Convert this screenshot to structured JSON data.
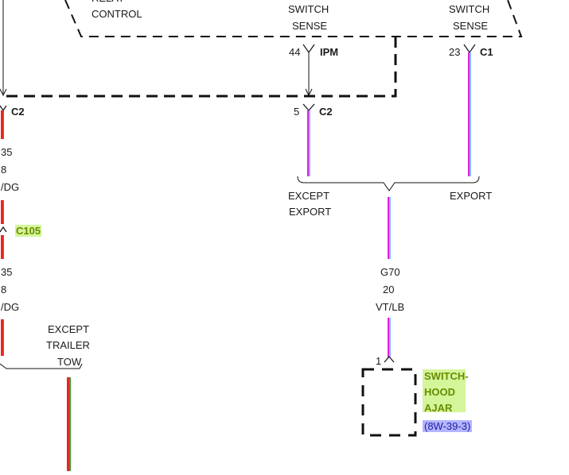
{
  "labels": {
    "relay_control": [
      "RELAY",
      "CONTROL"
    ],
    "ipm_switch_sense": [
      "SWITCH",
      "SENSE"
    ],
    "c1_switch_sense": [
      "SWITCH",
      "SENSE"
    ],
    "ipm_pin": "44",
    "ipm_name": "IPM",
    "c1_pin": "23",
    "c1_name": "C1",
    "left_c2_name": "C2",
    "mid_c2_pin": "5",
    "mid_c2_name": "C2",
    "left_wire_top": [
      "35",
      "8",
      "/DG"
    ],
    "c105": "C105",
    "left_wire_bottom": [
      "35",
      "8",
      "/DG"
    ],
    "except_export": [
      "EXCEPT",
      "EXPORT"
    ],
    "export": "EXPORT",
    "g70_wire": [
      "G70",
      "20",
      "VT/LB"
    ],
    "except_trailer_tow": [
      "EXCEPT",
      "TRAILER",
      "TOW"
    ],
    "switch_pin": "1",
    "switch_name": [
      "SWITCH-",
      "HOOD",
      "AJAR"
    ],
    "ref_link": "(8W-39-3)"
  },
  "colors": {
    "red_wire": "#e8261c",
    "green_stripe": "#3a9a3a",
    "magenta_wire": "#e020e0",
    "lightblue_stripe": "#8ab8ff",
    "dash": "#111111"
  }
}
